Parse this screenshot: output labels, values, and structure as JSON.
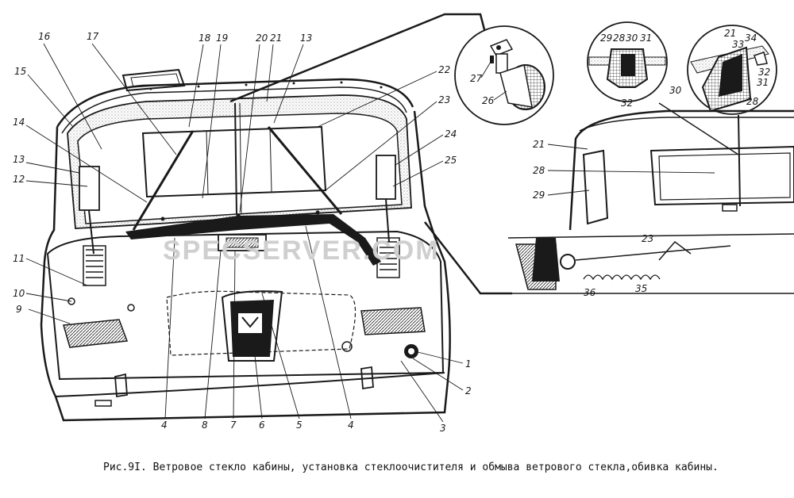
{
  "caption": "Рис.9I. Ветровое стекло кабины, установка стеклоочистителя и обмыва ветрового стекла,обивка кабины.",
  "watermark": "SPECSERVER.COM",
  "callouts": {
    "main": [
      "16",
      "17",
      "18",
      "19",
      "20",
      "21",
      "13",
      "15",
      "14",
      "13",
      "12",
      "11",
      "10",
      "9",
      "22",
      "23",
      "24",
      "25",
      "1",
      "2",
      "3",
      "4",
      "8",
      "7",
      "6",
      "5",
      "4"
    ],
    "inset_top": [
      "27",
      "26"
    ],
    "inset_seal_a": [
      "29",
      "28",
      "30",
      "31",
      "32"
    ],
    "inset_seal_b": [
      "21",
      "34",
      "33",
      "32",
      "30",
      "31",
      "28"
    ],
    "detail_right": [
      "21",
      "28",
      "29",
      "23",
      "35",
      "36"
    ]
  },
  "colors": {
    "ink": "#1a1a1a",
    "paper": "#ffffff",
    "stipple": "#8a8a8a",
    "watermark": "#cfcfcf"
  }
}
